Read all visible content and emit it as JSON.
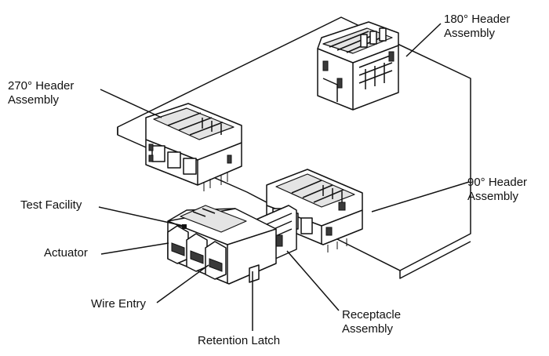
{
  "callouts": {
    "header_180": {
      "line1": "180° Header",
      "line2": "Assembly"
    },
    "header_270": {
      "line1": "270° Header",
      "line2": "Assembly"
    },
    "header_90": {
      "line1": "90° Header",
      "line2": "Assembly"
    },
    "test_facility": "Test Facility",
    "actuator": "Actuator",
    "wire_entry": "Wire Entry",
    "retention_latch": "Retention Latch",
    "receptacle": {
      "line1": "Receptacle",
      "line2": "Assembly"
    }
  }
}
